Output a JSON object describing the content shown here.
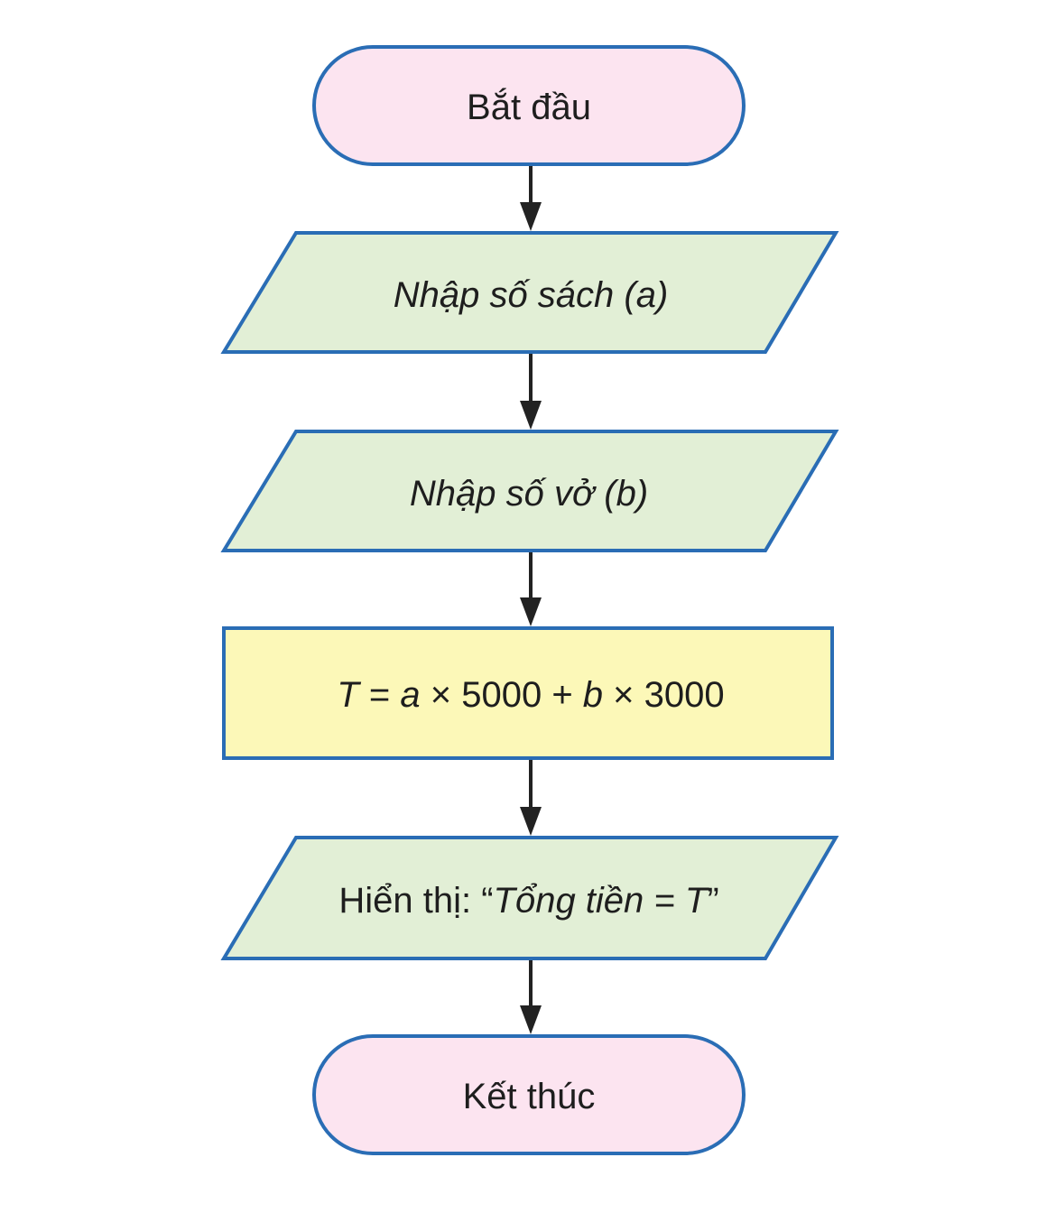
{
  "colors": {
    "terminal_fill": "#fce4f0",
    "io_fill": "#e2efd6",
    "process_fill": "#fcf8b8",
    "border": "#2a6db5",
    "arrow": "#222222"
  },
  "flowchart": {
    "start": {
      "label": "Bắt đầu"
    },
    "input_a": {
      "label": "Nhập số sách (a)"
    },
    "input_b": {
      "label": "Nhập số vở (b)"
    },
    "process": {
      "t": "T",
      "eq": " = ",
      "a": "a",
      "mid": " × 5000 + ",
      "b": "b",
      "tail": " × 3000"
    },
    "output": {
      "prefix": "Hiển thị: “",
      "text": "Tổng tiền = T",
      "suffix": "”"
    },
    "end": {
      "label": "Kết thúc"
    }
  }
}
